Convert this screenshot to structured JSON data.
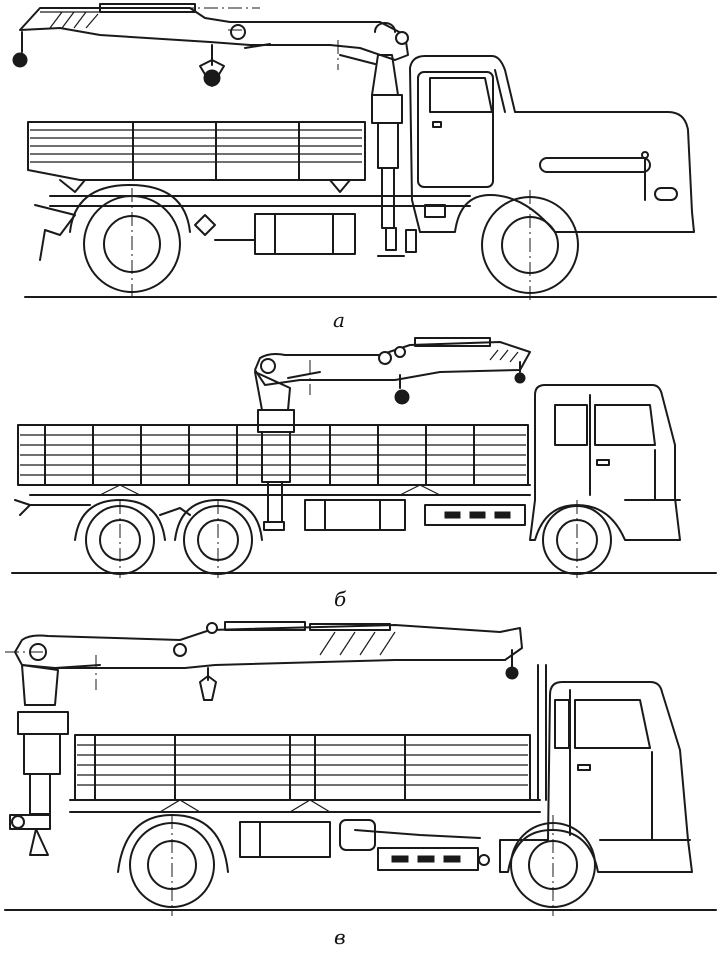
{
  "captions": {
    "a": "а",
    "b": "б",
    "c": "в"
  },
  "colors": {
    "ink": "#1a1a1a",
    "paper": "#ffffff"
  }
}
